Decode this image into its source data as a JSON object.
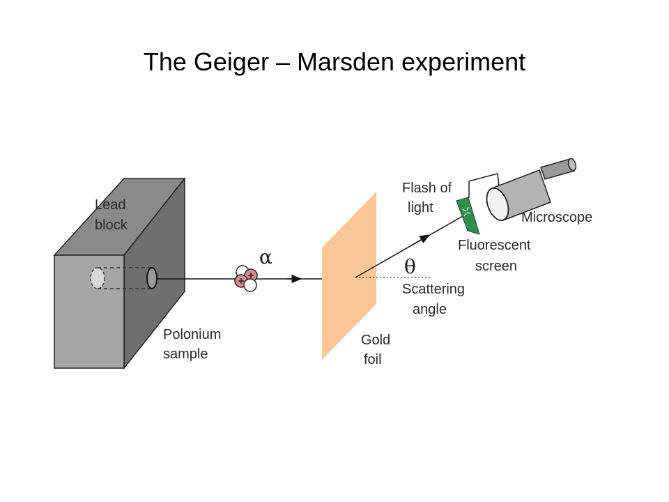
{
  "title": "The Geiger – Marsden experiment",
  "labels": {
    "lead_block": [
      "Lead",
      "block"
    ],
    "polonium_sample": [
      "Polonium",
      "sample"
    ],
    "alpha": "α",
    "gold_foil": [
      "Gold",
      "foil"
    ],
    "theta": "θ",
    "scattering_angle": [
      "Scattering",
      "angle"
    ],
    "flash_of_light": [
      "Flash of",
      "light"
    ],
    "fluorescent_screen": [
      "Fluorescent",
      "screen"
    ],
    "microscope": "Microscope"
  },
  "colors": {
    "lead_front": "#a6a6a6",
    "lead_top": "#8a8a8a",
    "lead_side": "#6f6f6f",
    "gold_foil": "#fcc796",
    "screen": "#2f8f4a",
    "alpha_particle": "#d98a8a"
  }
}
